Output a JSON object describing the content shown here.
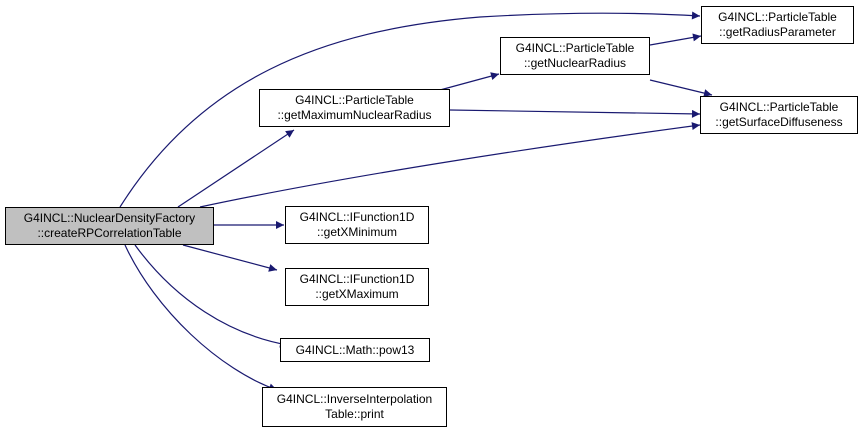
{
  "colors": {
    "edge": "#191970",
    "node_border": "#000000",
    "root_fill": "#c0c0c0",
    "node_fill": "#ffffff"
  },
  "nodes": {
    "root": {
      "line1": "G4INCL::NuclearDensityFactory",
      "line2": "::createRPCorrelationTable"
    },
    "get_max_nuclear_radius": {
      "line1": "G4INCL::ParticleTable",
      "line2": "::getMaximumNuclearRadius"
    },
    "get_nuclear_radius": {
      "line1": "G4INCL::ParticleTable",
      "line2": "::getNuclearRadius"
    },
    "get_radius_parameter": {
      "line1": "G4INCL::ParticleTable",
      "line2": "::getRadiusParameter"
    },
    "get_surface_diffuseness": {
      "line1": "G4INCL::ParticleTable",
      "line2": "::getSurfaceDiffuseness"
    },
    "get_x_minimum": {
      "line1": "G4INCL::IFunction1D",
      "line2": "::getXMinimum"
    },
    "get_x_maximum": {
      "line1": "G4INCL::IFunction1D",
      "line2": "::getXMaximum"
    },
    "pow13": {
      "line1": "G4INCL::Math::pow13"
    },
    "inverse_interpolation_print": {
      "line1": "G4INCL::InverseInterpolation",
      "line2": "Table::print"
    }
  }
}
